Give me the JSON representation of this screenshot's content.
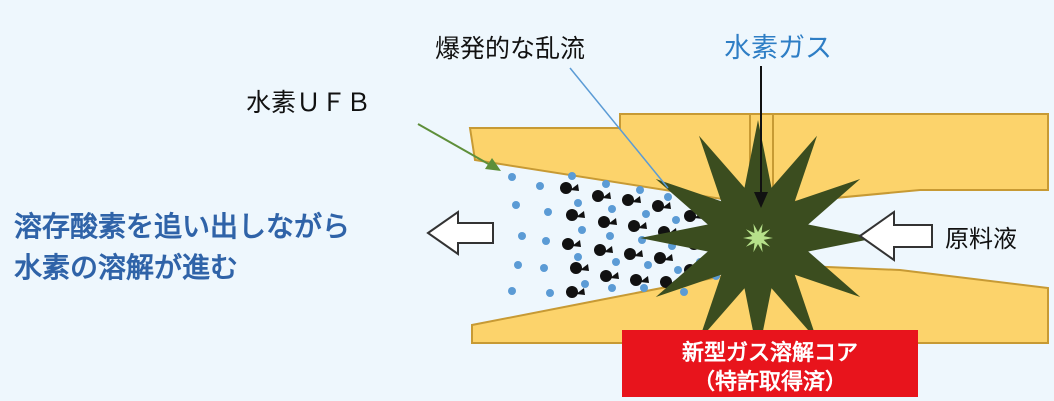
{
  "labels": {
    "turbulence": "爆発的な乱流",
    "hydrogen_gas": "水素ガス",
    "hydrogen_ufb": "水素ＵＦＢ",
    "raw_liquid": "原料液",
    "result_line1": "溶存酸素を追い出しながら",
    "result_line2": "水素の溶解が進む",
    "core_name": "新型ガス溶解コア",
    "patent": "（特許取得済）"
  },
  "colors": {
    "background": "#eef7fd",
    "housing_fill": "#fcd36b",
    "housing_stroke": "#c79a34",
    "burst_fill": "#3b4d1f",
    "burst_center": "#b6e08a",
    "bubble_blue": "#5b9bd5",
    "bubble_black": "#111111",
    "pointer_green": "#5e8f3a",
    "pointer_blue": "#5b9bd5",
    "result_text": "#2f63a8",
    "core_box": "#e8141c"
  },
  "icons": {
    "left_arrow": "hollow-arrow-left-icon",
    "right_arrow": "hollow-arrow-left-icon",
    "burst": "turbulence-burst-icon"
  }
}
